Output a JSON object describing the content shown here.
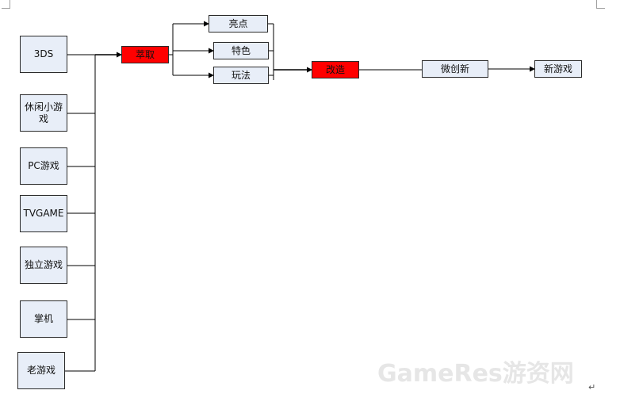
{
  "sources": [
    "3DS",
    "休闲小游戏",
    "PC游戏",
    "TVGAME",
    "独立游戏",
    "掌机",
    "老游戏"
  ],
  "extract": "萃取",
  "aspects": [
    "亮点",
    "特色",
    "玩法"
  ],
  "transform": "改造",
  "micro": "微创新",
  "result": "新游戏",
  "watermark": "GameRes游资网",
  "colors": {
    "box_fill": "#e8eef8",
    "highlight": "#ff0000",
    "line": "#000000"
  }
}
